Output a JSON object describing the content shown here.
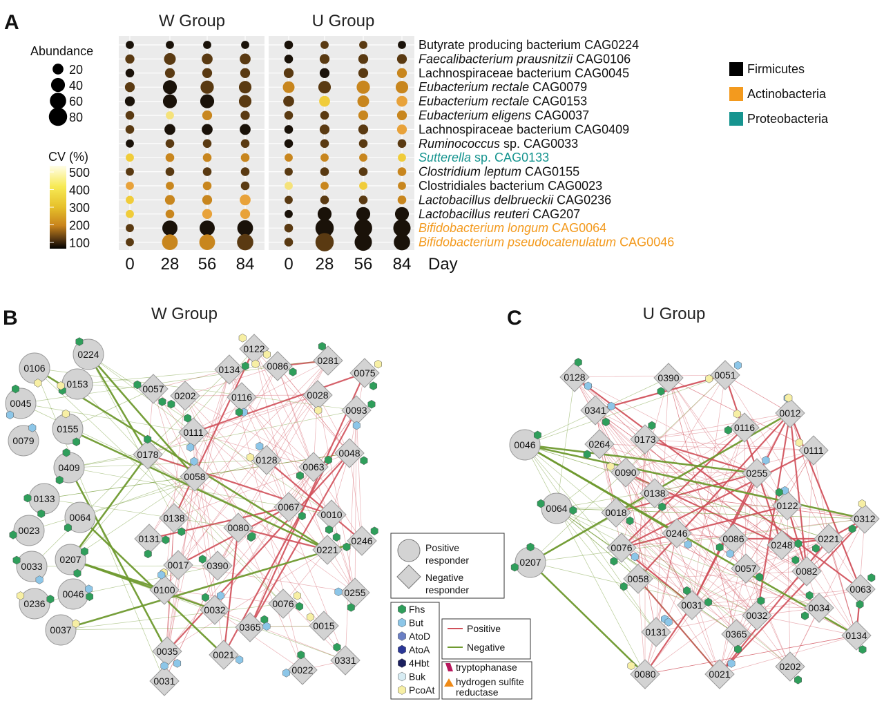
{
  "panels": {
    "a": {
      "letter": "A",
      "groups": [
        "W Group",
        "U Group"
      ],
      "days": [
        "0",
        "28",
        "56",
        "84"
      ],
      "day_label": "Day",
      "abundance_title": "Abundance",
      "abundance_levels": [
        "20",
        "40",
        "60",
        "80"
      ],
      "cv_title": "CV (%)",
      "cv_ticks": [
        "500",
        "400",
        "300",
        "200",
        "100"
      ],
      "phylum_legend": [
        {
          "name": "Firmicutes",
          "color": "#000000"
        },
        {
          "name": "Actinobacteria",
          "color": "#f39a1e"
        },
        {
          "name": "Proteobacteria",
          "color": "#16948f"
        }
      ],
      "rows": [
        {
          "parts": [
            {
              "t": "Butyrate producing bacterium CAG0224",
              "i": false
            }
          ],
          "color": "#111111"
        },
        {
          "parts": [
            {
              "t": "Faecalibacterium prausnitzii",
              "i": true
            },
            {
              "t": " CAG0106",
              "i": false
            }
          ],
          "color": "#111111"
        },
        {
          "parts": [
            {
              "t": "Lachnospiraceae bacterium CAG0045",
              "i": false
            }
          ],
          "color": "#111111"
        },
        {
          "parts": [
            {
              "t": "Eubacterium rectale",
              "i": true
            },
            {
              "t": " CAG0079",
              "i": false
            }
          ],
          "color": "#111111"
        },
        {
          "parts": [
            {
              "t": "Eubacterium rectale",
              "i": true
            },
            {
              "t": " CAG0153",
              "i": false
            }
          ],
          "color": "#111111"
        },
        {
          "parts": [
            {
              "t": "Eubacterium eligens",
              "i": true
            },
            {
              "t": " CAG0037",
              "i": false
            }
          ],
          "color": "#111111"
        },
        {
          "parts": [
            {
              "t": "Lachnospiraceae bacterium CAG0409",
              "i": false
            }
          ],
          "color": "#111111"
        },
        {
          "parts": [
            {
              "t": "Ruminococcus",
              "i": true
            },
            {
              "t": " sp. CAG0033",
              "i": false
            }
          ],
          "color": "#111111"
        },
        {
          "parts": [
            {
              "t": "Sutterella",
              "i": true
            },
            {
              "t": " sp. CAG0133",
              "i": false
            }
          ],
          "color": "#16948f"
        },
        {
          "parts": [
            {
              "t": "Clostridium leptum",
              "i": true
            },
            {
              "t": " CAG0155",
              "i": false
            }
          ],
          "color": "#111111"
        },
        {
          "parts": [
            {
              "t": "Clostridiales bacterium CAG0023",
              "i": false
            }
          ],
          "color": "#111111"
        },
        {
          "parts": [
            {
              "t": "Lactobacillus delbrueckii",
              "i": true
            },
            {
              "t": " CAG0236",
              "i": false
            }
          ],
          "color": "#111111"
        },
        {
          "parts": [
            {
              "t": "Lactobacillus reuteri",
              "i": true
            },
            {
              "t": " CAG207",
              "i": false
            }
          ],
          "color": "#111111"
        },
        {
          "parts": [
            {
              "t": "Bifidobacterium longum",
              "i": true
            },
            {
              "t": " CAG0064",
              "i": false
            }
          ],
          "color": "#f39a1e"
        },
        {
          "parts": [
            {
              "t": "Bifidobacterium pseudocatenulatum",
              "i": true
            },
            {
              "t": " CAG0046",
              "i": false
            }
          ],
          "color": "#f39a1e"
        }
      ]
    },
    "b": {
      "letter": "B",
      "title": "W Group",
      "nodes": [
        {
          "id": "0106",
          "s": "c"
        },
        {
          "id": "0224",
          "s": "c"
        },
        {
          "id": "0153",
          "s": "c"
        },
        {
          "id": "0045",
          "s": "c"
        },
        {
          "id": "0155",
          "s": "c"
        },
        {
          "id": "0079",
          "s": "c"
        },
        {
          "id": "0409",
          "s": "c"
        },
        {
          "id": "0133",
          "s": "c"
        },
        {
          "id": "0064",
          "s": "c"
        },
        {
          "id": "0023",
          "s": "c"
        },
        {
          "id": "0207",
          "s": "c"
        },
        {
          "id": "0033",
          "s": "c"
        },
        {
          "id": "0046",
          "s": "c"
        },
        {
          "id": "0236",
          "s": "c"
        },
        {
          "id": "0037",
          "s": "c"
        },
        {
          "id": "0057",
          "s": "d"
        },
        {
          "id": "0202",
          "s": "d"
        },
        {
          "id": "0134",
          "s": "d"
        },
        {
          "id": "0122",
          "s": "d"
        },
        {
          "id": "0086",
          "s": "d"
        },
        {
          "id": "0281",
          "s": "d"
        },
        {
          "id": "0075",
          "s": "d"
        },
        {
          "id": "0116",
          "s": "d"
        },
        {
          "id": "0028",
          "s": "d"
        },
        {
          "id": "0093",
          "s": "d"
        },
        {
          "id": "0111",
          "s": "d"
        },
        {
          "id": "0178",
          "s": "d"
        },
        {
          "id": "0058",
          "s": "d"
        },
        {
          "id": "0128",
          "s": "d"
        },
        {
          "id": "0063",
          "s": "d"
        },
        {
          "id": "0048",
          "s": "d"
        },
        {
          "id": "0138",
          "s": "d"
        },
        {
          "id": "0067",
          "s": "d"
        },
        {
          "id": "0010",
          "s": "d"
        },
        {
          "id": "0080",
          "s": "d"
        },
        {
          "id": "0131",
          "s": "d"
        },
        {
          "id": "0246",
          "s": "d"
        },
        {
          "id": "0221",
          "s": "d"
        },
        {
          "id": "0017",
          "s": "d"
        },
        {
          "id": "0390",
          "s": "d"
        },
        {
          "id": "0100",
          "s": "d"
        },
        {
          "id": "0255",
          "s": "d"
        },
        {
          "id": "0032",
          "s": "d"
        },
        {
          "id": "0076",
          "s": "d"
        },
        {
          "id": "0365",
          "s": "d"
        },
        {
          "id": "0015",
          "s": "d"
        },
        {
          "id": "0035",
          "s": "d"
        },
        {
          "id": "0021",
          "s": "d"
        },
        {
          "id": "0022",
          "s": "d"
        },
        {
          "id": "0331",
          "s": "d"
        },
        {
          "id": "0031",
          "s": "d"
        }
      ]
    },
    "c": {
      "letter": "C",
      "title": "U Group",
      "nodes": [
        {
          "id": "0046",
          "s": "c"
        },
        {
          "id": "0064",
          "s": "c"
        },
        {
          "id": "0207",
          "s": "c"
        },
        {
          "id": "0128",
          "s": "d"
        },
        {
          "id": "0390",
          "s": "d"
        },
        {
          "id": "0051",
          "s": "d"
        },
        {
          "id": "0341",
          "s": "d"
        },
        {
          "id": "0012",
          "s": "d"
        },
        {
          "id": "0116",
          "s": "d"
        },
        {
          "id": "0173",
          "s": "d"
        },
        {
          "id": "0264",
          "s": "d"
        },
        {
          "id": "0111",
          "s": "d"
        },
        {
          "id": "0255",
          "s": "d"
        },
        {
          "id": "0090",
          "s": "d"
        },
        {
          "id": "0138",
          "s": "d"
        },
        {
          "id": "0018",
          "s": "d"
        },
        {
          "id": "0122",
          "s": "d"
        },
        {
          "id": "0312",
          "s": "d"
        },
        {
          "id": "0246",
          "s": "d"
        },
        {
          "id": "0086",
          "s": "d"
        },
        {
          "id": "0248",
          "s": "d"
        },
        {
          "id": "0076",
          "s": "d"
        },
        {
          "id": "0221",
          "s": "d"
        },
        {
          "id": "0057",
          "s": "d"
        },
        {
          "id": "0082",
          "s": "d"
        },
        {
          "id": "0058",
          "s": "d"
        },
        {
          "id": "0063",
          "s": "d"
        },
        {
          "id": "0031",
          "s": "d"
        },
        {
          "id": "0032",
          "s": "d"
        },
        {
          "id": "0034",
          "s": "d"
        },
        {
          "id": "0131",
          "s": "d"
        },
        {
          "id": "0365",
          "s": "d"
        },
        {
          "id": "0134",
          "s": "d"
        },
        {
          "id": "0202",
          "s": "d"
        },
        {
          "id": "0080",
          "s": "d"
        },
        {
          "id": "0021",
          "s": "d"
        }
      ]
    }
  },
  "network_legend": {
    "shapes": [
      {
        "label": "Positive\nresponder",
        "shape": "circle"
      },
      {
        "label": "Negative\nresponder",
        "shape": "diamond"
      }
    ],
    "genes": [
      {
        "label": "Fhs",
        "color": "#2f9e5b",
        "shape": "hex"
      },
      {
        "label": "But",
        "color": "#8cc6e8",
        "shape": "hex"
      },
      {
        "label": "AtoD",
        "color": "#6a7fc4",
        "shape": "hex"
      },
      {
        "label": "AtoA",
        "color": "#2a3797",
        "shape": "hex"
      },
      {
        "label": "4Hbt",
        "color": "#1b1f5e",
        "shape": "hex"
      },
      {
        "label": "Buk",
        "color": "#d7ecf3",
        "shape": "hex"
      },
      {
        "label": "PcoAt",
        "color": "#f7efa4",
        "shape": "hex"
      }
    ],
    "edges": [
      {
        "label": "Positive",
        "color": "#d0505a"
      },
      {
        "label": "Negative",
        "color": "#6f9a2f"
      }
    ],
    "enzymes": [
      {
        "label": "tryptophanase",
        "color": "#b8195e"
      },
      {
        "label": "hydrogen sulfite\nreductase",
        "color": "#ef8a17"
      }
    ]
  },
  "chart_data": [
    {
      "type": "scatter",
      "title": "",
      "facets": [
        "W Group",
        "U Group"
      ],
      "x": [
        0,
        28,
        56,
        84
      ],
      "xlabel": "Day",
      "size_legend": "Abundance",
      "color_legend": "CV (%)",
      "series": [
        {
          "name": "Butyrate producing bacterium CAG0224",
          "W": [
            8,
            8,
            8,
            8
          ],
          "U": [
            10,
            8,
            8,
            8
          ]
        },
        {
          "name": "Faecalibacterium prausnitzii CAG0106",
          "W": [
            12,
            25,
            20,
            20
          ],
          "U": [
            10,
            15,
            15,
            15
          ]
        },
        {
          "name": "Lachnospiraceae bacterium CAG0045",
          "W": [
            10,
            15,
            15,
            15
          ],
          "U": [
            15,
            15,
            15,
            15
          ]
        },
        {
          "name": "Eubacterium rectale CAG0079",
          "W": [
            15,
            40,
            35,
            30
          ],
          "U": [
            25,
            30,
            35,
            30
          ]
        },
        {
          "name": "Eubacterium rectale CAG0153",
          "W": [
            15,
            40,
            40,
            30
          ],
          "U": [
            20,
            20,
            25,
            20
          ]
        },
        {
          "name": "Eubacterium eligens CAG0037",
          "W": [
            10,
            8,
            15,
            12
          ],
          "U": [
            10,
            10,
            15,
            15
          ]
        },
        {
          "name": "Lachnospiraceae bacterium CAG0409",
          "W": [
            10,
            20,
            20,
            20
          ],
          "U": [
            10,
            15,
            15,
            15
          ]
        },
        {
          "name": "Ruminococcus sp. CAG0033",
          "W": [
            8,
            10,
            10,
            10
          ],
          "U": [
            10,
            10,
            10,
            10
          ]
        },
        {
          "name": "Sutterella sp. CAG0133",
          "W": [
            8,
            10,
            10,
            10
          ],
          "U": [
            8,
            8,
            8,
            8
          ]
        },
        {
          "name": "Clostridium leptum CAG0155",
          "W": [
            8,
            10,
            10,
            10
          ],
          "U": [
            8,
            10,
            10,
            10
          ]
        },
        {
          "name": "Clostridiales bacterium CAG0023",
          "W": [
            8,
            8,
            10,
            10
          ],
          "U": [
            8,
            8,
            8,
            8
          ]
        },
        {
          "name": "Lactobacillus delbrueckii CAG0236",
          "W": [
            8,
            15,
            15,
            20
          ],
          "U": [
            8,
            10,
            10,
            10
          ]
        },
        {
          "name": "Lactobacillus reuteri CAG207",
          "W": [
            8,
            10,
            15,
            15
          ],
          "U": [
            8,
            40,
            40,
            40
          ]
        },
        {
          "name": "Bifidobacterium longum CAG0064",
          "W": [
            8,
            50,
            50,
            55
          ],
          "U": [
            10,
            80,
            75,
            70
          ]
        },
        {
          "name": "Bifidobacterium pseudocatenulatum CAG0046",
          "W": [
            8,
            55,
            55,
            60
          ],
          "U": [
            10,
            80,
            70,
            60
          ]
        }
      ]
    }
  ]
}
